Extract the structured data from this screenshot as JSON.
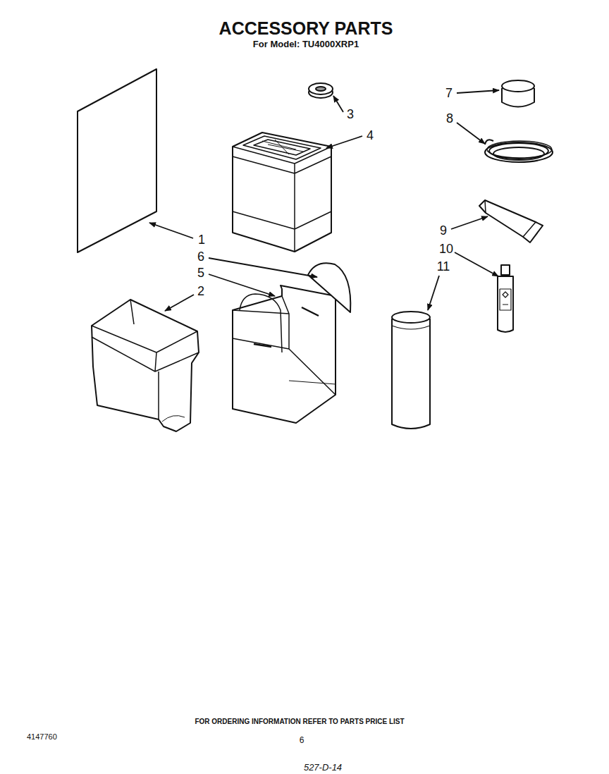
{
  "diagram": {
    "title": "ACCESSORY PARTS",
    "labels": [
      "For Model: TU4000XRP1",
      "7",
      "3",
      "8",
      "4",
      "9",
      "1",
      "10",
      "6",
      "5",
      "11",
      "2",
      "FOR ORDERING INFORMATION REFER TO PARTS PRICE LIST",
      "4147760",
      "6",
      "527-D-14"
    ]
  }
}
